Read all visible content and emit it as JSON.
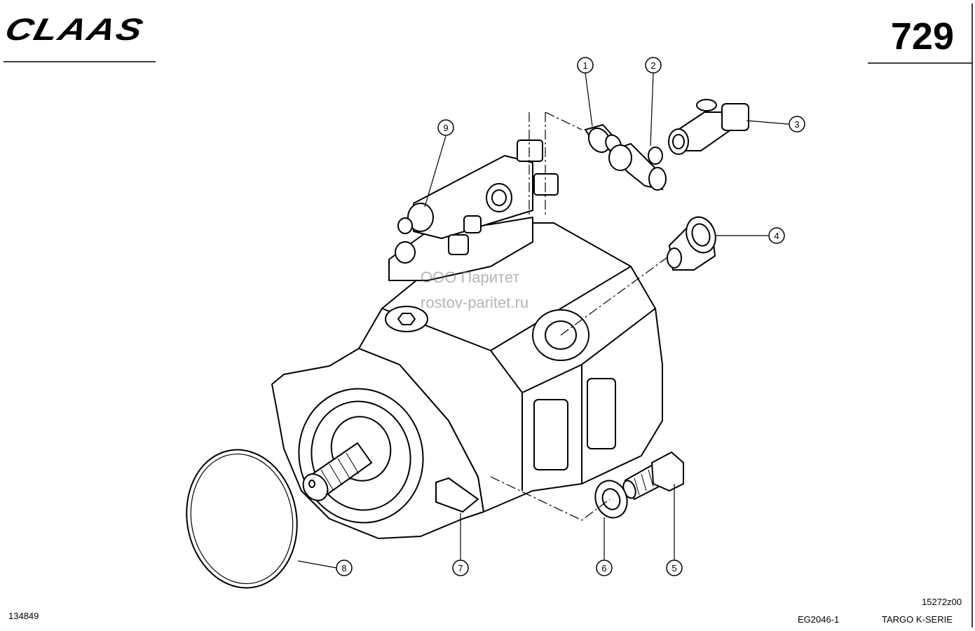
{
  "header": {
    "brand": "CLAAS",
    "page_number": "729"
  },
  "footer": {
    "doc_id": "134849",
    "drawing_code": "EG2046-1",
    "model_series": "TARGO K-SERIE",
    "revision_code": "15272z00"
  },
  "watermark": {
    "line1": "ООО Паритет",
    "line2": "rostov-paritet.ru"
  },
  "callouts": [
    {
      "label": "1"
    },
    {
      "label": "2"
    },
    {
      "label": "3"
    },
    {
      "label": "4"
    },
    {
      "label": "5"
    },
    {
      "label": "6"
    },
    {
      "label": "7"
    },
    {
      "label": "8"
    },
    {
      "label": "9"
    }
  ]
}
